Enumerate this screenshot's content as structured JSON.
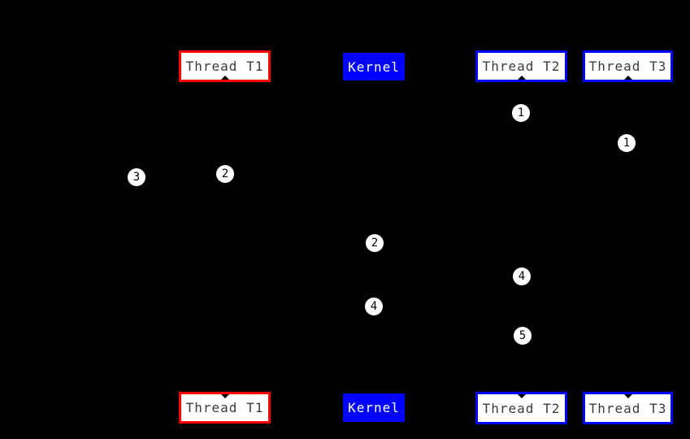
{
  "diagram": {
    "background_color": "#000000",
    "nodes": {
      "t1": {
        "label": "Thread T1",
        "style": "red-outline",
        "border_color": "#ff0000",
        "fill_color": "#ffffff",
        "text_color": "#3c3c3c"
      },
      "kernel": {
        "label": "Kernel",
        "style": "blue-solid",
        "border_color": "#0000ff",
        "fill_color": "#0000ff",
        "text_color": "#ffffff"
      },
      "t2": {
        "label": "Thread T2",
        "style": "blue-outline",
        "border_color": "#0000ff",
        "fill_color": "#ffffff",
        "text_color": "#3c3c3c"
      },
      "t3": {
        "label": "Thread T3",
        "style": "blue-outline",
        "border_color": "#0000ff",
        "fill_color": "#ffffff",
        "text_color": "#3c3c3c"
      }
    },
    "markers": [
      {
        "label": "1"
      },
      {
        "label": "1"
      },
      {
        "label": "2"
      },
      {
        "label": "3"
      },
      {
        "label": "2"
      },
      {
        "label": "4"
      },
      {
        "label": "4"
      },
      {
        "label": "5"
      }
    ],
    "marker_fill": "#ffffff",
    "marker_text_color": "#000000"
  }
}
